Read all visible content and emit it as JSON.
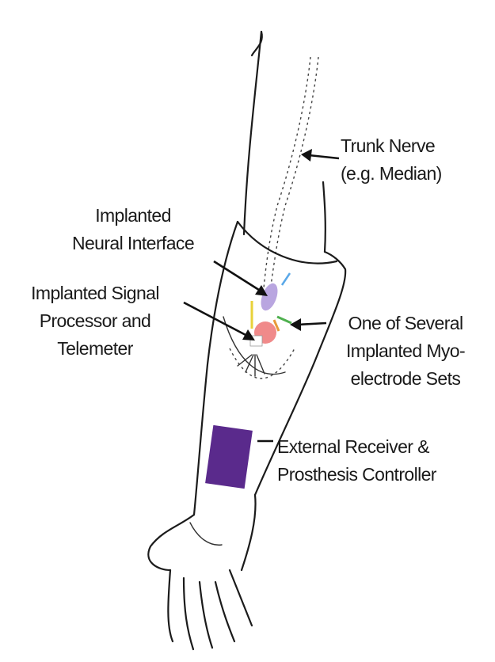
{
  "labels": {
    "trunk_nerve": [
      "Trunk Nerve",
      "(e.g. Median)"
    ],
    "neural_interface": [
      "Implanted",
      "Neural Interface"
    ],
    "signal_processor": [
      "Implanted Signal",
      "Processor and",
      "Telemeter"
    ],
    "myoelectrode": [
      "One of Several",
      "Implanted Myo-",
      "electrode Sets"
    ],
    "receiver": [
      "External Receiver &",
      "Prosthesis Controller"
    ]
  },
  "colors": {
    "receiver_box": "#5a2a8c",
    "implant_pink": "#f08a8a",
    "implant_lavender": "#b9a6e0",
    "electrode_yellow": "#e8d23a",
    "electrode_green": "#4fb04f",
    "electrode_blue": "#5aa8e8",
    "electrode_orange": "#e89a3a"
  }
}
